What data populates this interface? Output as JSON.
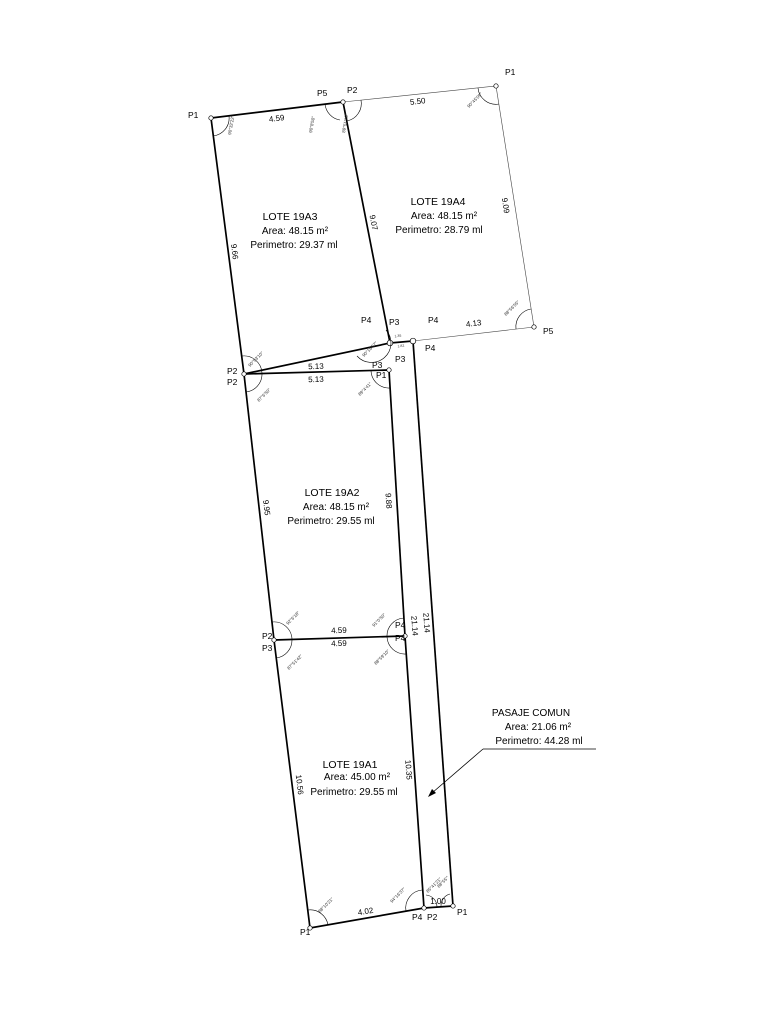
{
  "lots": [
    {
      "id": "lote-19a3",
      "title": "LOTE 19A3",
      "area": "Area: 48.15 m²",
      "perimeter": "Perimetro: 29.37 ml"
    },
    {
      "id": "lote-19a4",
      "title": "LOTE 19A4",
      "area": "Area: 48.15 m²",
      "perimeter": "Perimetro: 28.79 ml"
    },
    {
      "id": "lote-19a2",
      "title": "LOTE 19A2",
      "area": "Area: 48.15 m²",
      "perimeter": "Perimetro: 29.55 ml"
    },
    {
      "id": "lote-19a1",
      "title": "LOTE 19A1",
      "area": "Area: 45.00 m²",
      "perimeter": "Perimetro: 29.55 ml"
    }
  ],
  "pasaje": {
    "title": "PASAJE COMUN",
    "area": "Area: 21.06 m²",
    "perimeter": "Perimetro: 44.28 ml"
  },
  "dimensions": {
    "d_459_top": "4.59",
    "d_550": "5.50",
    "d_966": "9.66",
    "d_907": "9.07",
    "d_909": "9.09",
    "d_413": "4.13",
    "d_513_a": "5.13",
    "d_513_b": "5.13",
    "d_995": "9.95",
    "d_988": "9.88",
    "d_2114_a": "21.14",
    "d_2114_b": "21.14",
    "d_459_mid_a": "4.59",
    "d_459_mid_b": "4.59",
    "d_1056": "10.56",
    "d_1035": "10.35",
    "d_402": "4.02",
    "d_100": "1.00",
    "d_135": "1.35",
    "d_182": "1.82"
  },
  "points": {
    "p1_a3": "P1",
    "p5_a3": "P5",
    "p2_a4": "P2",
    "p1_a4": "P1",
    "p4_a3": "P4",
    "p3_a4": "P3",
    "p4_a4": "P4",
    "p5_a4": "P5",
    "p4_pas": "P4",
    "p3_a2": "P3",
    "p1_pas": "P1",
    "p2_a3": "P2",
    "p2_a2": "P2",
    "p3_a2b": "P3",
    "p2_a1": "P2",
    "p4_a2": "P4",
    "p3_a1": "P3",
    "p1_a1": "P1",
    "p4_a1": "P4",
    "p2_pas": "P2",
    "p1_bot": "P1"
  },
  "angles": {
    "a_p1_a3": "90°32'22\"",
    "a_p5_a3": "90°8'50\"",
    "a_p2_a4": "89°51'10\"",
    "a_p1_a4": "90°45'09\"",
    "a_p5_a4": "88°56'55\"",
    "a_p3_a4": "90°16'57\"",
    "a_p2_a3": "90°53'10\"",
    "a_p2_a2": "87°6'50\"",
    "a_p1_a2": "89°4'41\"",
    "a_p3_a2": "92°6'18\"",
    "a_p4_a2": "91°0'50\"",
    "a_p2_a1": "87°51'42\"",
    "a_p3_a1": "88°59'10\"",
    "a_p1_a1": "88°10'21\"",
    "a_p4_a1": "94°16'37\"",
    "a_p2_pas": "85°41'21\"",
    "a_p1_pas": "88°55'\""
  }
}
